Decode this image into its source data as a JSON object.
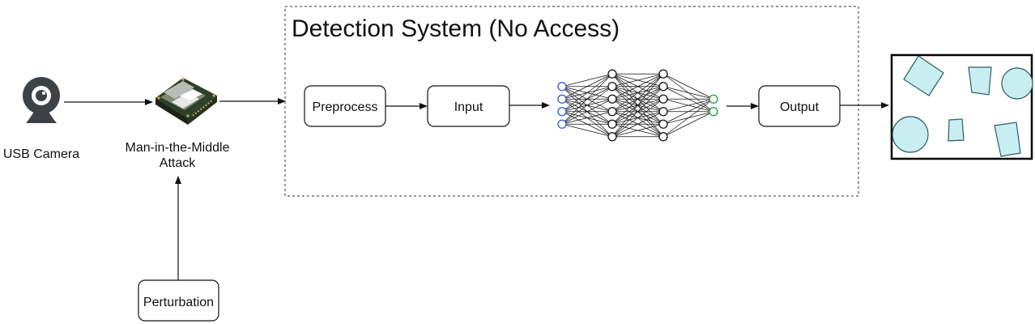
{
  "camera": {
    "label": "USB Camera",
    "icon": "webcam-icon"
  },
  "mitm": {
    "line1": "Man-in-the-Middle",
    "line2": "Attack",
    "icon": "single-board-computer-icon"
  },
  "perturbation": {
    "label": "Perturbation"
  },
  "detection": {
    "title": "Detection System (No Access)",
    "preprocess": "Preprocess",
    "input": "Input",
    "output": "Output",
    "network": {
      "layer_sizes": [
        4,
        6,
        6,
        2
      ],
      "colors": {
        "input": "#2d5bd2",
        "hidden": "#111111",
        "output": "#1c9a4a"
      }
    }
  },
  "result": {
    "icon": "detection-result-shapes",
    "fill": "#c9eef2",
    "stroke": "#2e5b66"
  }
}
